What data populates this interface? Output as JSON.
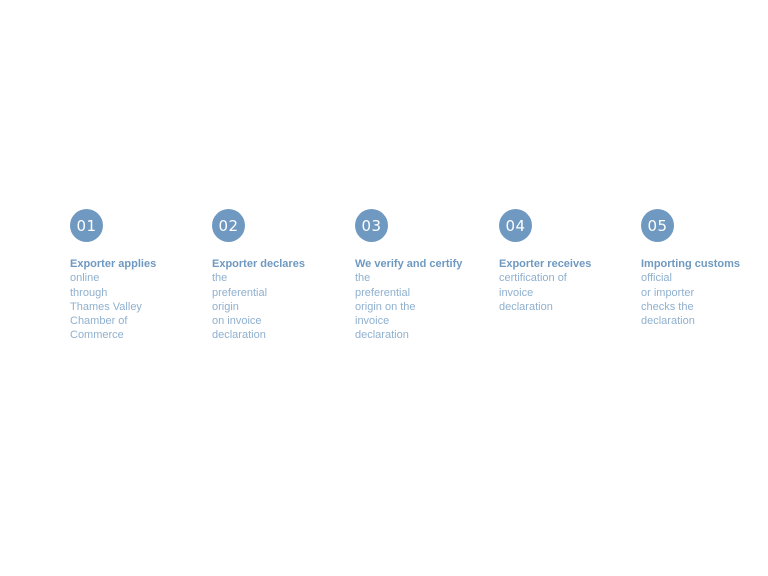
{
  "steps": [
    {
      "number": "01",
      "bold": "Exporter applies",
      "lines": [
        "online",
        "through",
        "Thames Valley",
        "Chamber of",
        "Commerce"
      ]
    },
    {
      "number": "02",
      "bold": "Exporter declares",
      "lines": [
        "the",
        "preferential",
        "origin",
        "on invoice",
        "declaration"
      ]
    },
    {
      "number": "03",
      "bold": "We verify and certify",
      "lines": [
        "the",
        "preferential",
        "origin on the",
        "invoice",
        "declaration"
      ]
    },
    {
      "number": "04",
      "bold": "Exporter receives",
      "lines": [
        "",
        "certification of",
        "invoice",
        "declaration"
      ]
    },
    {
      "number": "05",
      "bold": "Importing customs",
      "lines": [
        "official",
        "or importer",
        "checks the",
        "declaration"
      ]
    }
  ]
}
